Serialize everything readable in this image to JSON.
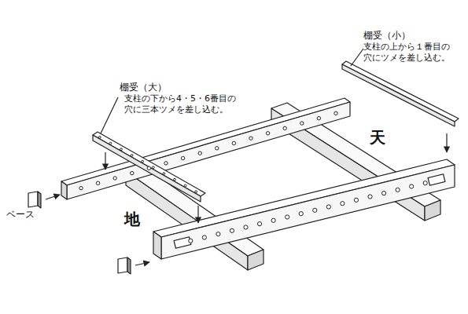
{
  "diagram": {
    "labels": [
      "棚受（小）",
      "支柱の上から１番目の 穴にツメを差し込む。",
      "棚受（大）",
      "支柱の下から4・5・6番目の 穴に三本ツメを差し込む。",
      "天",
      "地",
      "ベース"
    ]
  }
}
